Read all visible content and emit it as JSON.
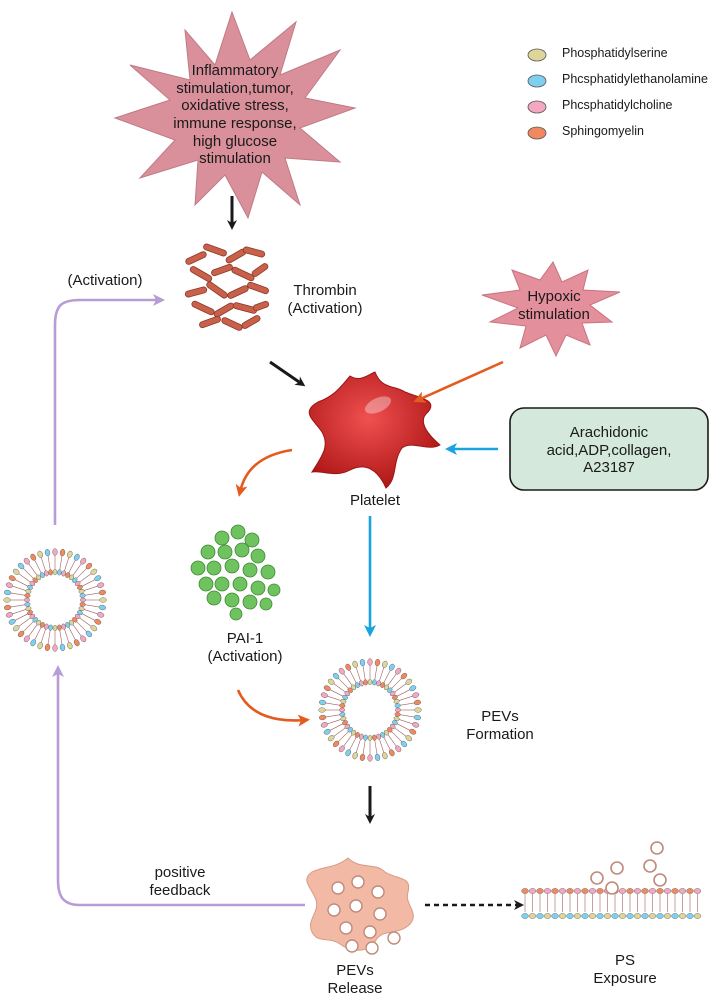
{
  "legend": {
    "items": [
      {
        "label": "Phosphatidylserine",
        "color": "#ddd59a"
      },
      {
        "label": "Phcsphatidylethanolamine",
        "color": "#7fd0f0"
      },
      {
        "label": "Phcsphatidylcholine",
        "color": "#f4a7c0"
      },
      {
        "label": "Sphingomyelin",
        "color": "#f2895e"
      }
    ]
  },
  "stimulus": {
    "lines": [
      "Inflammatory",
      "stimulation,tumor,",
      "oxidative stress,",
      "immune response,",
      "high glucose",
      "stimulation"
    ]
  },
  "thrombin": {
    "lines": [
      "Thrombin",
      "(Activation)"
    ]
  },
  "activation_top": "(Activation)",
  "hypoxic": {
    "lines": [
      "Hypoxic",
      "stimulation"
    ]
  },
  "agonists": {
    "lines": [
      "Arachidonic",
      "acid,ADP,collagen,",
      "A23187"
    ]
  },
  "platelet_label": "Platelet",
  "pai1": {
    "lines": [
      "PAI-1",
      "(Activation)"
    ]
  },
  "pevs_formation": {
    "lines": [
      "PEVs",
      "Formation"
    ]
  },
  "positive_feedback": {
    "lines": [
      "positive",
      "feedback"
    ]
  },
  "pevs_release": {
    "lines": [
      "PEVs",
      "Release"
    ]
  },
  "ps_exposure": {
    "lines": [
      "PS",
      "Exposure"
    ]
  },
  "colors": {
    "star": "#d9909a",
    "hypoxic_star": "#e48f9c",
    "thrombin": "#c8604a",
    "platelet": "#d42a2a",
    "pai1": "#6fc35f",
    "agonist_box": "#d4e8dc",
    "arrow_black": "#1a1a1a",
    "arrow_orange": "#e55a1e",
    "arrow_blue": "#1aa3e0",
    "arrow_purple": "#b79cd6",
    "released_cell": "#f2b9a5"
  }
}
